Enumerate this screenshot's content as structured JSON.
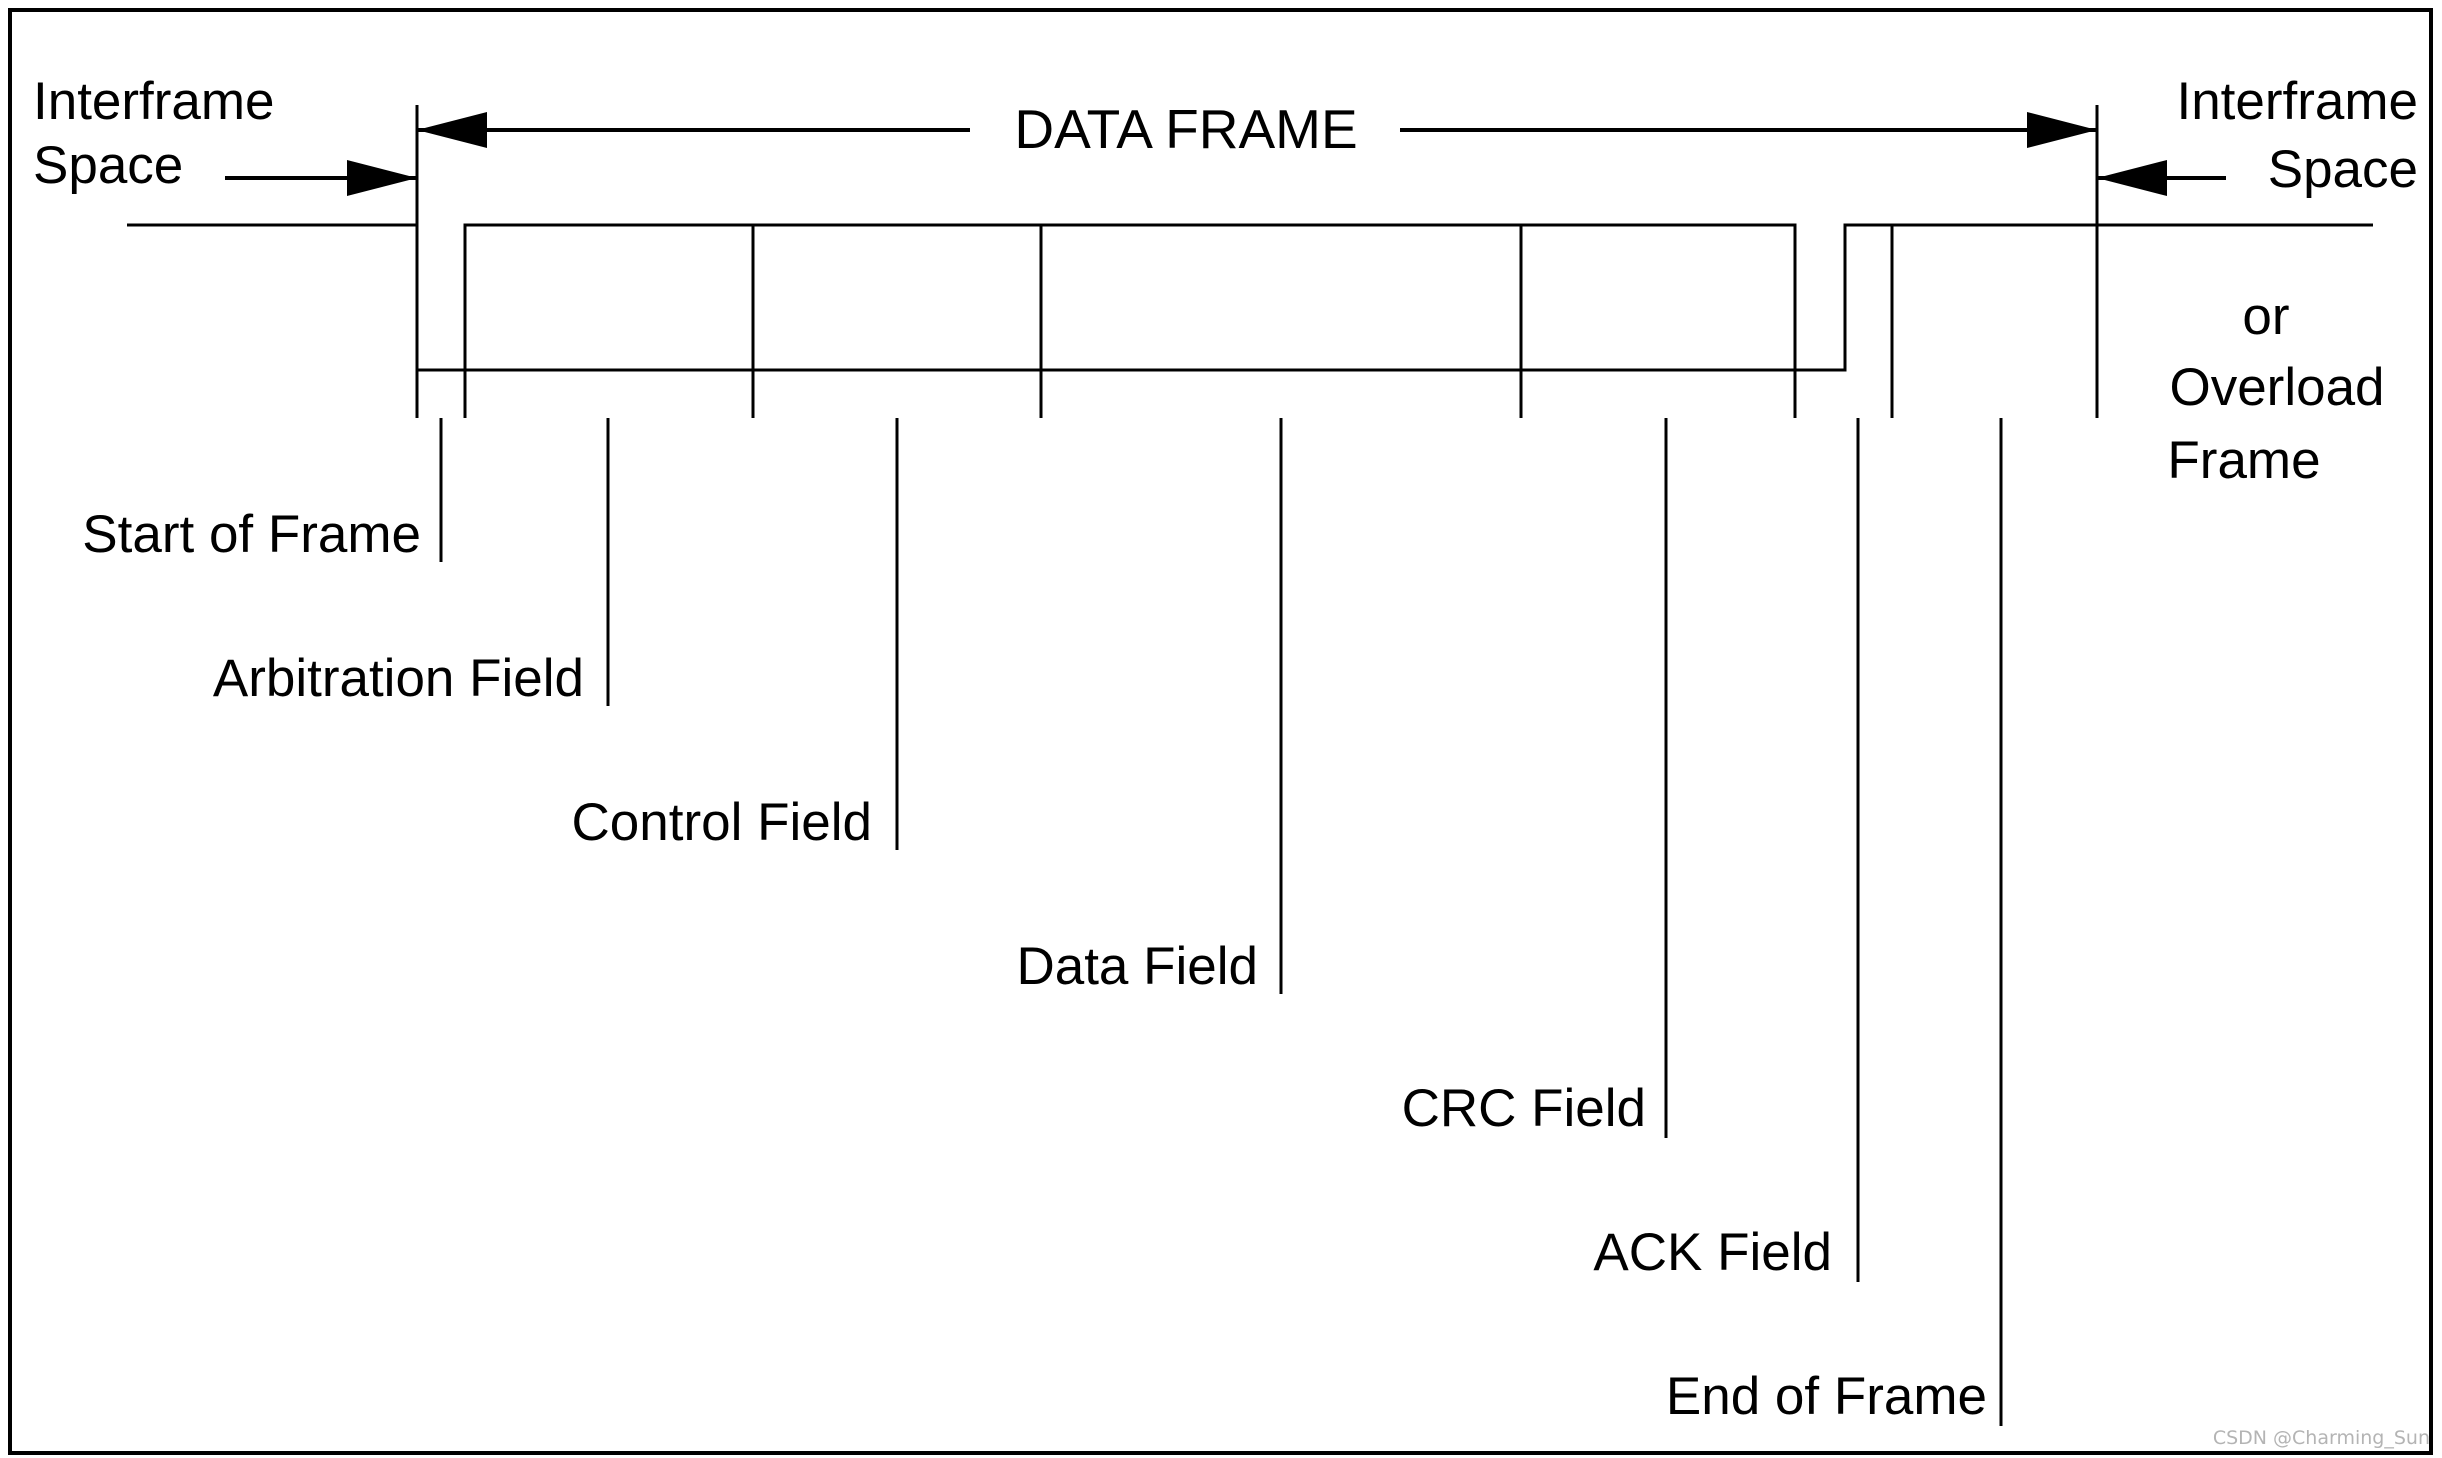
{
  "frame_title": "DATA FRAME",
  "left_space": {
    "line1": "Interframe",
    "line2": "Space"
  },
  "right_space": {
    "line1": "Interframe",
    "line2": "Space",
    "line3": "or",
    "line4": "Overload",
    "line5": "Frame"
  },
  "fields": {
    "start_of_frame": "Start of Frame",
    "arbitration": "Arbitration Field",
    "control": "Control Field",
    "data": "Data Field",
    "crc": "CRC Field",
    "ack": "ACK Field",
    "end_of_frame": "End of Frame"
  },
  "watermark": "CSDN @Charming_Sun",
  "colors": {
    "line": "#000000",
    "background": "#ffffff"
  }
}
